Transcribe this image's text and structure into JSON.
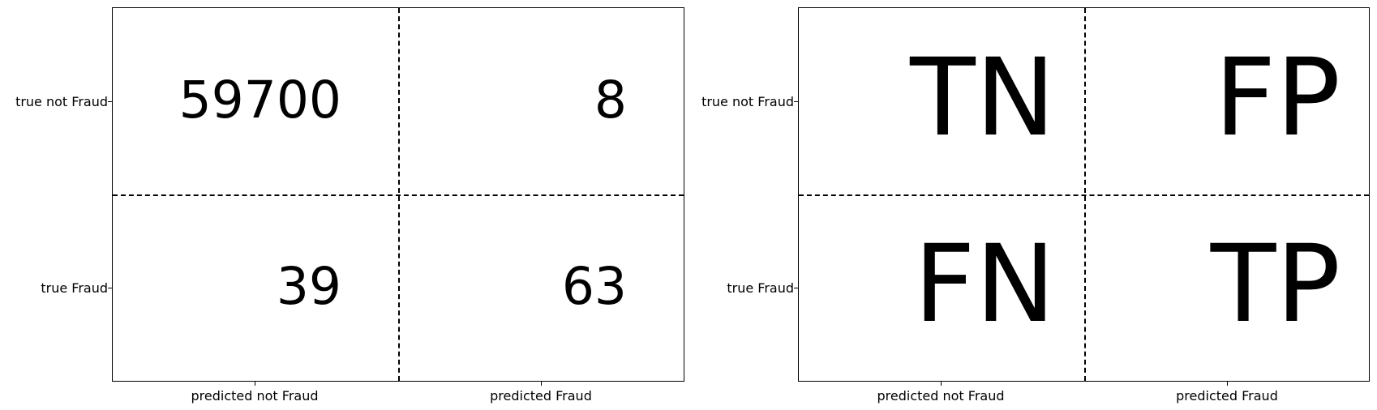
{
  "chart_data": [
    {
      "type": "heatmap",
      "title": "",
      "x_tick_labels": [
        "predicted not Fraud",
        "predicted Fraud"
      ],
      "y_tick_labels": [
        "true not Fraud",
        "true Fraud"
      ],
      "cells": [
        [
          59700,
          8
        ],
        [
          39,
          63
        ]
      ],
      "cell_text": [
        [
          "59700",
          "8"
        ],
        [
          "39",
          "63"
        ]
      ],
      "grid": "dashed midlines",
      "xlabel": "",
      "ylabel": ""
    },
    {
      "type": "table",
      "title": "",
      "x_tick_labels": [
        "predicted not Fraud",
        "predicted Fraud"
      ],
      "y_tick_labels": [
        "true not Fraud",
        "true Fraud"
      ],
      "cell_text": [
        [
          "TN",
          "FP"
        ],
        [
          "FN",
          "TP"
        ]
      ],
      "grid": "dashed midlines",
      "xlabel": "",
      "ylabel": ""
    }
  ],
  "left": {
    "y_labels": [
      "true not Fraud",
      "true Fraud"
    ],
    "x_labels": [
      "predicted not Fraud",
      "predicted Fraud"
    ],
    "cells": [
      "59700",
      "8",
      "39",
      "63"
    ]
  },
  "right": {
    "y_labels": [
      "true not Fraud",
      "true Fraud"
    ],
    "x_labels": [
      "predicted not Fraud",
      "predicted Fraud"
    ],
    "cells": [
      "TN",
      "FP",
      "FN",
      "TP"
    ]
  }
}
